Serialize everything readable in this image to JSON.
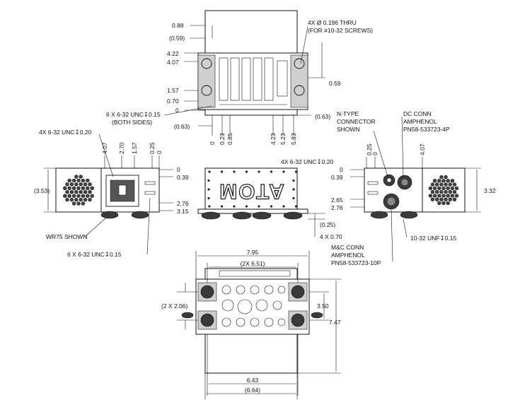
{
  "top_view": {
    "dims_left": [
      "0.88",
      "(0.59)",
      "4.22",
      "4.07",
      "1.57",
      "0.70",
      "0",
      "(0.63)"
    ],
    "dims_bottom": [
      "0",
      "0.23",
      "0.85",
      "4.23",
      "5.23",
      "5.83"
    ],
    "dims_right": [
      "0.59",
      "(0.63)"
    ],
    "note_holes": [
      "4X Ø 0.196 THRU",
      "(FOR #10-32 SCREWS)"
    ],
    "note_unc_sides": [
      "6 X 6-32 UNC↧0.15",
      "(BOTH SIDES)"
    ]
  },
  "left_view": {
    "note_top": "4X 6-32 UNC↧0.20",
    "dims_top": [
      "4.07",
      "2.70",
      "1.57",
      "0.25",
      "0"
    ],
    "dims_right": [
      "0",
      "0.39",
      "2.76",
      "3.15"
    ],
    "dim_height": "(3.53)",
    "label_wr75": "WR75 SHOWN",
    "note_bottom": "6 X 6-32 UNC↧0.15"
  },
  "front_view": {
    "logo": "ATOM",
    "dims_right": [
      "(0.25)",
      "4 X 0.70"
    ]
  },
  "right_view": {
    "note_top": "4X 6-32 UNC↧0.20",
    "dims_top": [
      "0.25",
      "0",
      "4.07"
    ],
    "dims_left": [
      "0",
      "0.39",
      "2.65",
      "2.76"
    ],
    "dim_height": "3.32",
    "ntype": [
      "N-TYPE",
      "CONNECTOR",
      "SHOWN"
    ],
    "dc_conn": [
      "DC CONN",
      "AMPHENOL",
      "PN58-533723-4P"
    ],
    "mc_conn": [
      "M&C CONN",
      "AMPHENOL",
      "PN58-533723-10P"
    ],
    "note_unf": "10-32 UNF↧0.15"
  },
  "bottom_view": {
    "dim_795": "7.95",
    "dim_651": "(2X 6.51)",
    "dim_206": "(2 X 2.06)",
    "dim_350": "3.50",
    "dim_747": "7.47",
    "dim_643": "6.43",
    "dim_664": "(6.64)"
  }
}
